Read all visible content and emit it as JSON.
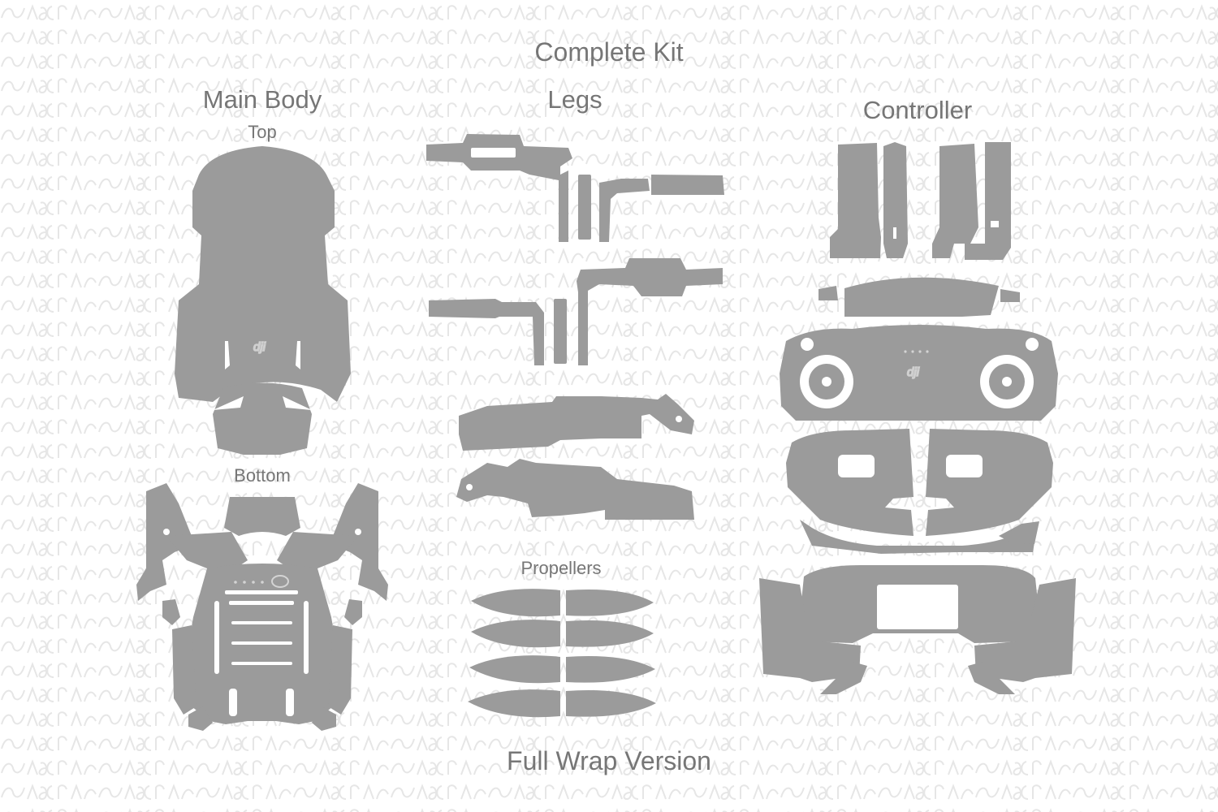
{
  "title": "Complete Kit",
  "footer": "Full Wrap Version",
  "sections": {
    "main_body": {
      "label": "Main Body",
      "top_label": "Top",
      "bottom_label": "Bottom"
    },
    "legs": {
      "label": "Legs"
    },
    "propellers": {
      "label": "Propellers"
    },
    "controller": {
      "label": "Controller"
    }
  },
  "logo_text": "dji",
  "watermark_text": "SVECRAFTS",
  "colors": {
    "cutout": "#9b9b9b",
    "label": "#767676",
    "watermark": "#e6e6e6",
    "background": "#ffffff"
  }
}
